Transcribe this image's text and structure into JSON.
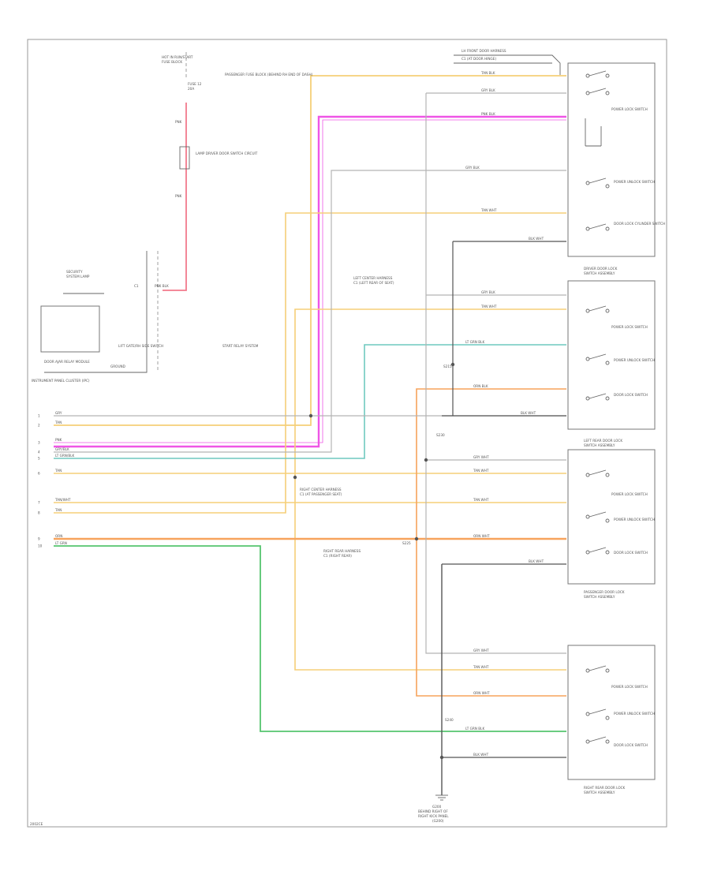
{
  "diagram": {
    "top_center": {
      "title": "HOT IN RUN/START",
      "subtitle": "FUSE BLOCK",
      "fuse_label": "FUSE 12",
      "fuse_rating": "20A",
      "fuse_note": "PASSENGER FUSE BLOCK (BEHIND RH END OF DASH)",
      "wire_in": "PNK",
      "wire_out": "PNK",
      "lamp_label": "LAMP DRIVER DOOR SWITCH CIRCUIT"
    },
    "left": {
      "security_title": "SECURITY",
      "security_sub": "SYSTEM LAMP",
      "relay_label": "DOOR AJAR RELAY MODULE",
      "junction_label": "INSTRUMENT PANEL CLUSTER (IPC)",
      "ipc_label": "LIFT GATE/RH SIDE SWITCH",
      "ground_label": "GROUND",
      "wire_a": "PNK BLK",
      "to_label": "START RELAY SYSTEM",
      "connector": "C1"
    },
    "connector_pins": [
      {
        "pin": "1",
        "color_code": "GRY"
      },
      {
        "pin": "2",
        "color_code": "TAN"
      },
      {
        "pin": "3",
        "color_code": "PNK"
      },
      {
        "pin": "4",
        "color_code": "GRY/BLK"
      },
      {
        "pin": "5",
        "color_code": "LT GRN/BLK"
      },
      {
        "pin": "6",
        "color_code": "TAN"
      },
      {
        "pin": "7",
        "color_code": "TAN/WHT"
      },
      {
        "pin": "8",
        "color_code": "TAN"
      },
      {
        "pin": "9",
        "color_code": "ORN"
      },
      {
        "pin": "10",
        "color_code": "LT GRN"
      }
    ],
    "switch_groups": [
      {
        "label": "DRIVER DOOR LOCK",
        "sublabel": "SWITCH ASSEMBLY",
        "header": "LH FRONT DOOR HARNESS",
        "header2": "C1 (AT DOOR HINGE)",
        "switch_a": "POWER LOCK SWITCH",
        "switch_b": "POWER UNLOCK SWITCH",
        "switch_c": "DOOR LOCK CYLINDER SWITCH",
        "wires": [
          "TAN BLK",
          "GRY BLK",
          "PNK BLK",
          "GRY BLK",
          "TAN WHT",
          "BLK WHT"
        ]
      },
      {
        "label": "LEFT REAR DOOR LOCK",
        "sublabel": "SWITCH ASSEMBLY",
        "header": "LEFT CENTER HARNESS",
        "header2": "C1 (LEFT REAR OF SEAT)",
        "switch_a": "POWER LOCK SWITCH",
        "switch_b": "POWER UNLOCK SWITCH",
        "switch_c": "DOOR LOCK SWITCH",
        "wires": [
          "GRY BLK",
          "TAN WHT",
          "LT GRN BLK",
          "ORN BLK",
          "BLK WHT"
        ]
      },
      {
        "label": "PASSENGER DOOR LOCK",
        "sublabel": "SWITCH ASSEMBLY",
        "header": "RIGHT CENTER HARNESS",
        "header2": "C1 (AT PASSENGER SEAT)",
        "switch_a": "POWER LOCK SWITCH",
        "switch_b": "POWER UNLOCK SWITCH",
        "switch_c": "DOOR LOCK SWITCH",
        "wires": [
          "GRY WHT",
          "TAN WHT",
          "TAN WHT",
          "ORN WHT",
          "BLK WHT"
        ]
      },
      {
        "label": "RIGHT REAR DOOR LOCK",
        "sublabel": "SWITCH ASSEMBLY",
        "header": "RIGHT REAR HARNESS",
        "header2": "C1 (RIGHT REAR)",
        "switch_a": "POWER LOCK SWITCH",
        "switch_b": "POWER UNLOCK SWITCH",
        "switch_c": "DOOR LOCK SWITCH",
        "wires": [
          "GRY WHT",
          "TAN WHT",
          "ORN WHT",
          "LT GRN BLK",
          "BLK WHT"
        ]
      }
    ],
    "ground_bottom": {
      "label": "G200",
      "sub": "BEHIND RIGHT OF",
      "sub2": "RIGHT KICK PANEL",
      "sub3": "(G200)"
    },
    "splice_labels": [
      "S215",
      "S230",
      "S225",
      "S240"
    ],
    "footer_code": "2002CE",
    "wire_colors": {
      "yellow": "#f5cf78",
      "pink": "#ef55e6",
      "teal": "#6fc9bf",
      "orange": "#f7a35c",
      "green": "#56c56f",
      "gray": "#b4b4b4",
      "dark": "#666666",
      "red": "#f27a8c"
    }
  }
}
